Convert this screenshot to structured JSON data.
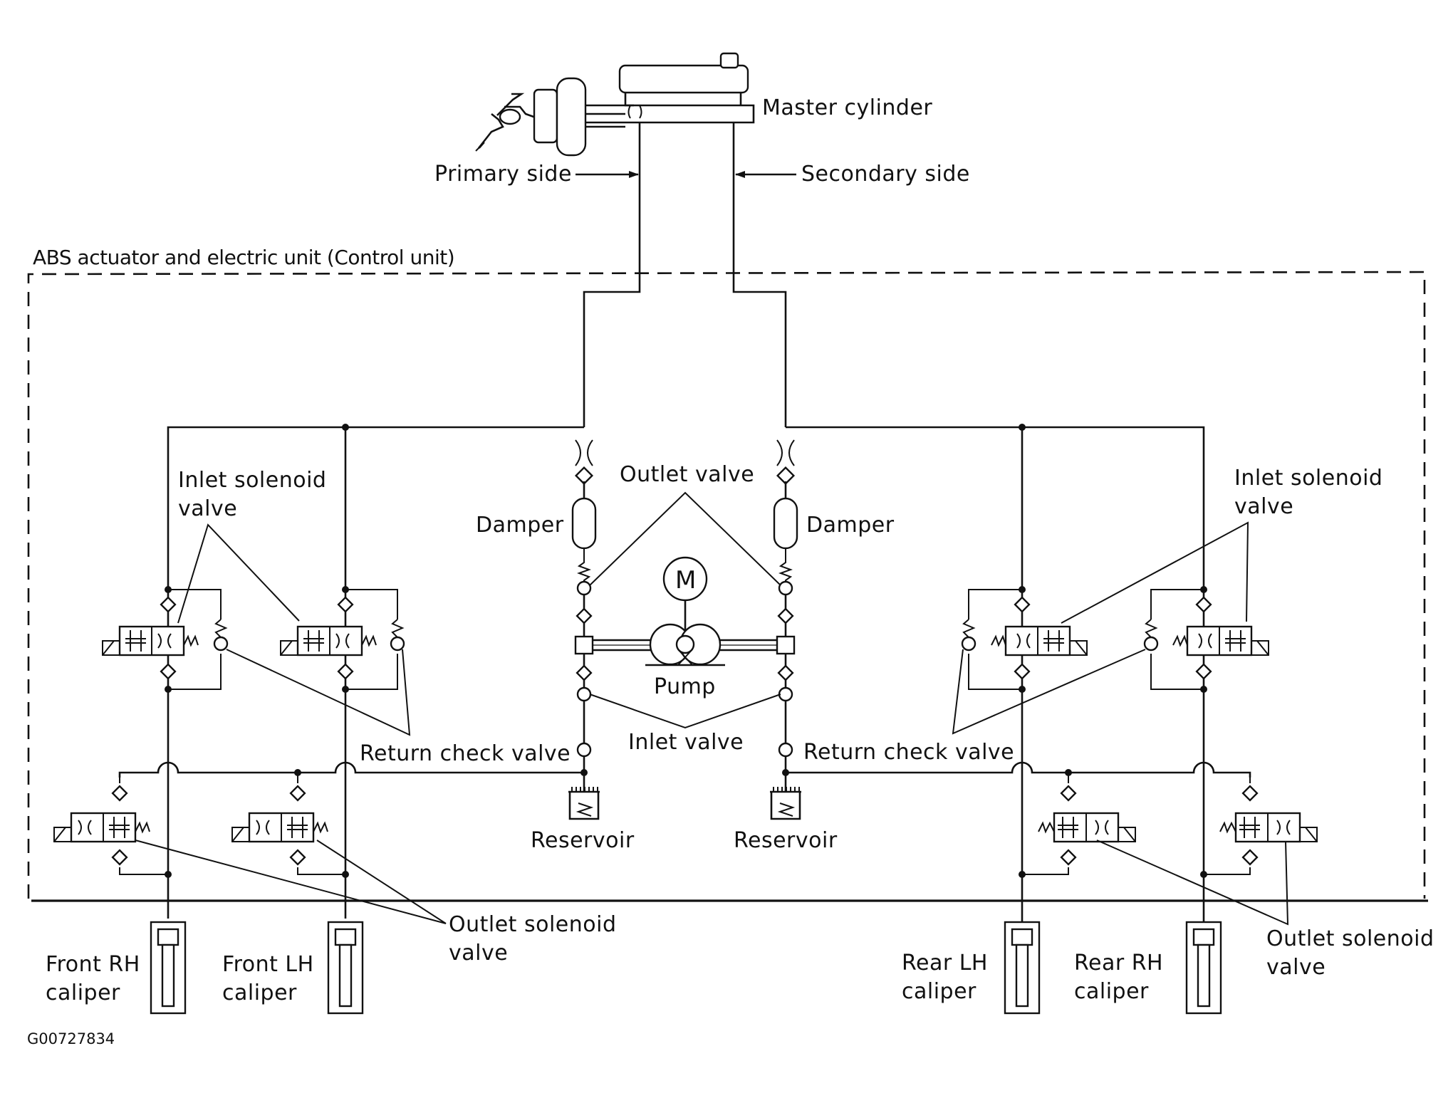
{
  "labels": {
    "master_cylinder": "Master cylinder",
    "primary_side": "Primary side",
    "secondary_side": "Secondary side",
    "abs_unit": "ABS actuator and electric unit (Control unit)",
    "inlet_solenoid_left_1": "Inlet solenoid",
    "inlet_solenoid_left_2": "valve",
    "inlet_solenoid_right_1": "Inlet solenoid",
    "inlet_solenoid_right_2": "valve",
    "outlet_valve": "Outlet valve",
    "damper_left": "Damper",
    "damper_right": "Damper",
    "motor": "M",
    "pump": "Pump",
    "inlet_valve": "Inlet valve",
    "return_check_left": "Return check valve",
    "return_check_right": "Return check valve",
    "reservoir_left": "Reservoir",
    "reservoir_right": "Reservoir",
    "outlet_solenoid_left_1": "Outlet solenoid",
    "outlet_solenoid_left_2": "valve",
    "outlet_solenoid_right_1": "Outlet solenoid",
    "outlet_solenoid_right_2": "valve",
    "front_rh_1": "Front RH",
    "front_rh_2": "caliper",
    "front_lh_1": "Front LH",
    "front_lh_2": "caliper",
    "rear_lh_1": "Rear  LH",
    "rear_lh_2": "caliper",
    "rear_rh_1": "Rear  RH",
    "rear_rh_2": "caliper",
    "figure_id": "G00727834"
  }
}
